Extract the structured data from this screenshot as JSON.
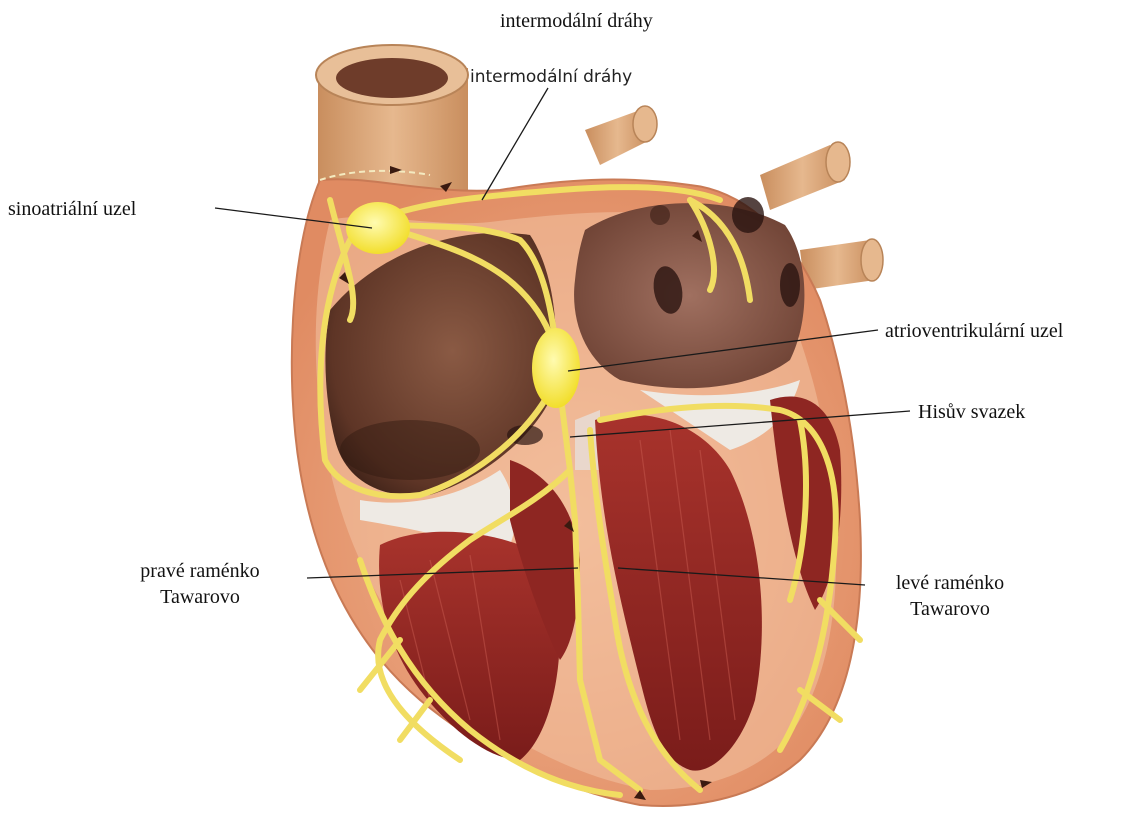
{
  "diagram": {
    "labels": {
      "top": "intermodální dráhy",
      "inner": "intermodální dráhy",
      "sa_node": "sinoatriální uzel",
      "av_node": "atrioventrikulární uzel",
      "his_bundle": "Hisův svazek",
      "right_branch_line1": "pravé raménko",
      "right_branch_line2": "Tawarovo",
      "left_branch_line1": "levé raménko",
      "left_branch_line2": "Tawarovo"
    },
    "colors": {
      "outer_tissue": "#e9a07a",
      "muscle": "#9e2b25",
      "atrium": "#7a4a34",
      "conduction": "#f3e06a",
      "node": "#f7ea4a",
      "vessel": "#d9a676",
      "leader_line": "#1a1a1a"
    }
  }
}
